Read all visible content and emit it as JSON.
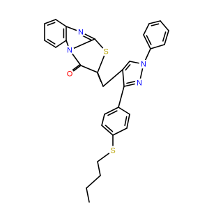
{
  "diagram": {
    "type": "skeletal-structure",
    "colors": {
      "bond": "#000000",
      "N": "#0000ff",
      "O": "#ff0000",
      "S": "#b8a200"
    },
    "atom_labels": [
      {
        "id": "N_imine",
        "text": "N",
        "element": "N"
      },
      {
        "id": "S_thiazole",
        "text": "S",
        "element": "S"
      },
      {
        "id": "N_fused",
        "text": "N",
        "element": "N"
      },
      {
        "id": "O_carbonyl",
        "text": "O",
        "element": "O"
      },
      {
        "id": "N1_pyrazole",
        "text": "N",
        "element": "N"
      },
      {
        "id": "N2_pyrazole",
        "text": "N",
        "element": "N"
      },
      {
        "id": "S_thioether",
        "text": "S",
        "element": "S"
      }
    ]
  }
}
